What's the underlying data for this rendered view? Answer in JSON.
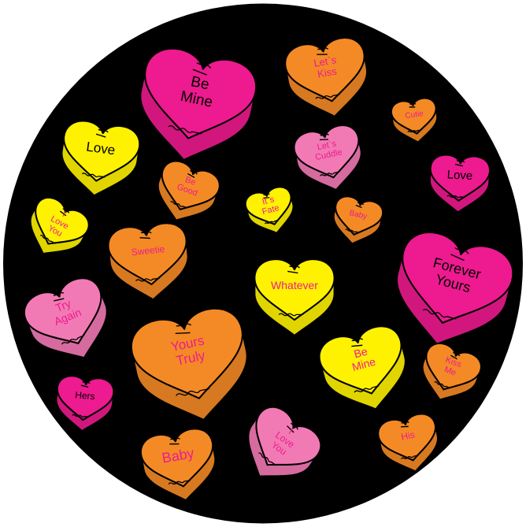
{
  "image": {
    "background_color": "#000000",
    "outer_color": "#ffffff",
    "outline_color": "#000000"
  },
  "palette": {
    "magenta": {
      "fill": "#ee1a8f",
      "text": "#000000"
    },
    "orange": {
      "fill": "#f48a25",
      "text": "#ee1a8f"
    },
    "yellow": {
      "fill": "#fff200",
      "text": "#000000"
    },
    "pink": {
      "fill": "#f27ab4",
      "text": "#ee1a8f"
    },
    "yellow_pink": {
      "fill": "#fff200",
      "text": "#ee1a8f"
    },
    "orange_dark": {
      "fill": "#f48a25",
      "text": "#000000"
    },
    "magenta_dark": {
      "fill": "#ee1a8f",
      "text": "#000000"
    }
  },
  "hearts": [
    {
      "id": "be-mine-large",
      "text": "Be\nMine",
      "color": "magenta"
    },
    {
      "id": "lets-kiss",
      "text": "Let`s\nKiss",
      "color": "orange"
    },
    {
      "id": "cutie",
      "text": "Cutie",
      "color": "orange"
    },
    {
      "id": "love-yellow",
      "text": "Love",
      "color": "yellow"
    },
    {
      "id": "lets-cuddle",
      "text": "Let`s\nCuddle",
      "color": "pink"
    },
    {
      "id": "love-magenta",
      "text": "Love",
      "color": "magenta_dark"
    },
    {
      "id": "be-good",
      "text": "Be\nGood",
      "color": "orange"
    },
    {
      "id": "its-fate",
      "text": "It`s\nFate",
      "color": "yellow_pink"
    },
    {
      "id": "baby-small",
      "text": "Baby",
      "color": "orange"
    },
    {
      "id": "i-love-you-yellow",
      "text": "I\nLove\nYou",
      "color": "yellow_pink"
    },
    {
      "id": "sweetie",
      "text": "Sweetie",
      "color": "orange"
    },
    {
      "id": "forever-yours",
      "text": "Forever\nYours",
      "color": "magenta_dark"
    },
    {
      "id": "whatever",
      "text": "Whatever",
      "color": "yellow_pink"
    },
    {
      "id": "try-again",
      "text": "Try\nAgain",
      "color": "pink"
    },
    {
      "id": "yours-truly",
      "text": "Yours\nTruly",
      "color": "orange"
    },
    {
      "id": "be-mine-yellow",
      "text": "Be\nMine",
      "color": "yellow_pink"
    },
    {
      "id": "kiss-me",
      "text": "Kiss\nMe",
      "color": "orange"
    },
    {
      "id": "hers",
      "text": "Hers",
      "color": "magenta_dark"
    },
    {
      "id": "i-love-you-pink",
      "text": "I\nLove\nYou",
      "color": "pink"
    },
    {
      "id": "his",
      "text": "His",
      "color": "orange"
    },
    {
      "id": "baby-large",
      "text": "Baby",
      "color": "orange"
    }
  ]
}
